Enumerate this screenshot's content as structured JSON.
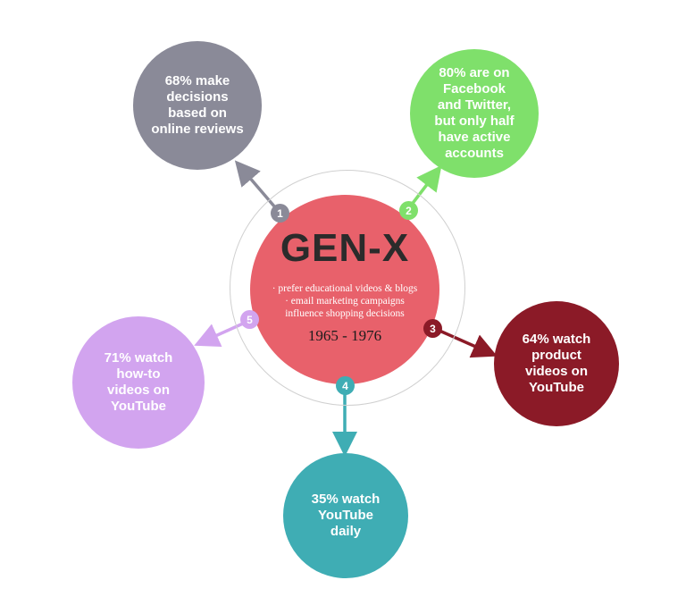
{
  "center": {
    "title": "GEN-X",
    "bullets": [
      "· prefer educational videos & blogs",
      "· email marketing campaigns",
      "influence shopping decisions"
    ],
    "years": "1965 - 1976"
  },
  "nodes": [
    {
      "number": "1",
      "text": "68% make decisions based on online reviews",
      "color": "#8a8a98"
    },
    {
      "number": "2",
      "text": "80% are on Facebook and Twitter, but only half have active accounts",
      "color": "#7fe06b"
    },
    {
      "number": "3",
      "text": "64% watch product videos on YouTube",
      "color": "#8b1a27"
    },
    {
      "number": "4",
      "text": "35% watch YouTube daily",
      "color": "#3fadb4"
    },
    {
      "number": "5",
      "text": "71% watch how-to videos on YouTube",
      "color": "#d2a4ef"
    }
  ]
}
